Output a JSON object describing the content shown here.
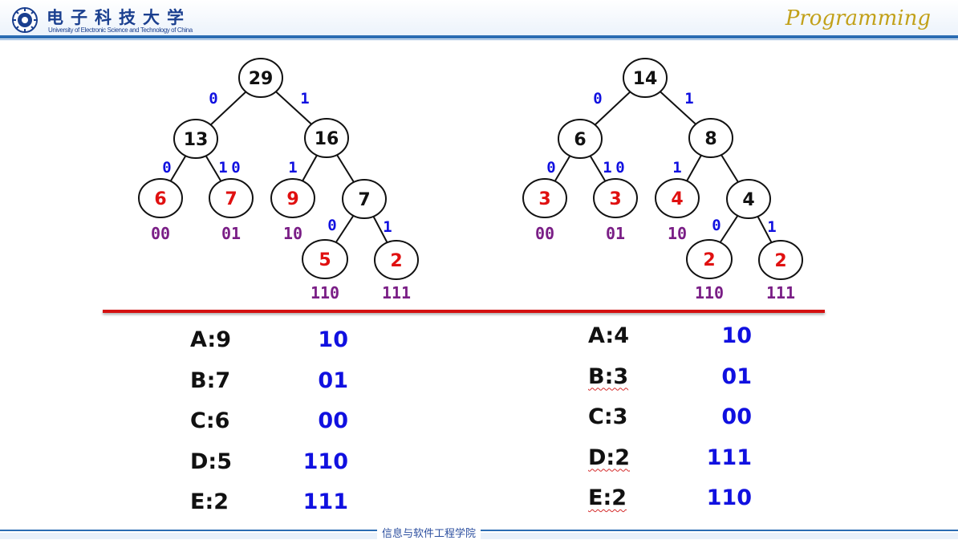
{
  "header": {
    "university_cn": "电子科技大学",
    "university_en": "University of Electronic Science and Technology of China",
    "right_title": "Programming",
    "brand_color": "#1a3f8f",
    "accent_color": "#c2a11a"
  },
  "tree_left": {
    "nodes": [
      "29",
      "13",
      "16",
      "6",
      "7",
      "9",
      "7",
      "5",
      "2"
    ],
    "edges": [
      "0",
      "1",
      "0",
      "1",
      "0",
      "1",
      "0",
      "1"
    ],
    "codes": [
      "00",
      "01",
      "10",
      "110",
      "111"
    ]
  },
  "tree_right": {
    "nodes": [
      "14",
      "6",
      "8",
      "3",
      "3",
      "4",
      "4",
      "2",
      "2"
    ],
    "edges": [
      "0",
      "1",
      "0",
      "1",
      "0",
      "1",
      "0",
      "1"
    ],
    "codes": [
      "00",
      "01",
      "10",
      "110",
      "111"
    ]
  },
  "table_left": [
    {
      "key": "A:9",
      "code": "10"
    },
    {
      "key": "B:7",
      "code": "01"
    },
    {
      "key": "C:6",
      "code": "00"
    },
    {
      "key": "D:5",
      "code": "110"
    },
    {
      "key": "E:2",
      "code": "111"
    }
  ],
  "table_right": [
    {
      "key": "A:4",
      "code": "10"
    },
    {
      "key": "B:3",
      "code": "01"
    },
    {
      "key": "C:3",
      "code": "00"
    },
    {
      "key": "D:2",
      "code": "111"
    },
    {
      "key": "E:2",
      "code": "110"
    }
  ],
  "footer": {
    "text": "信息与软件工程学院"
  },
  "colors": {
    "leaf": "#e01010",
    "internal": "#111111",
    "edge_label": "#1010e0",
    "code": "#7a1e86",
    "divider": "#d41010"
  }
}
